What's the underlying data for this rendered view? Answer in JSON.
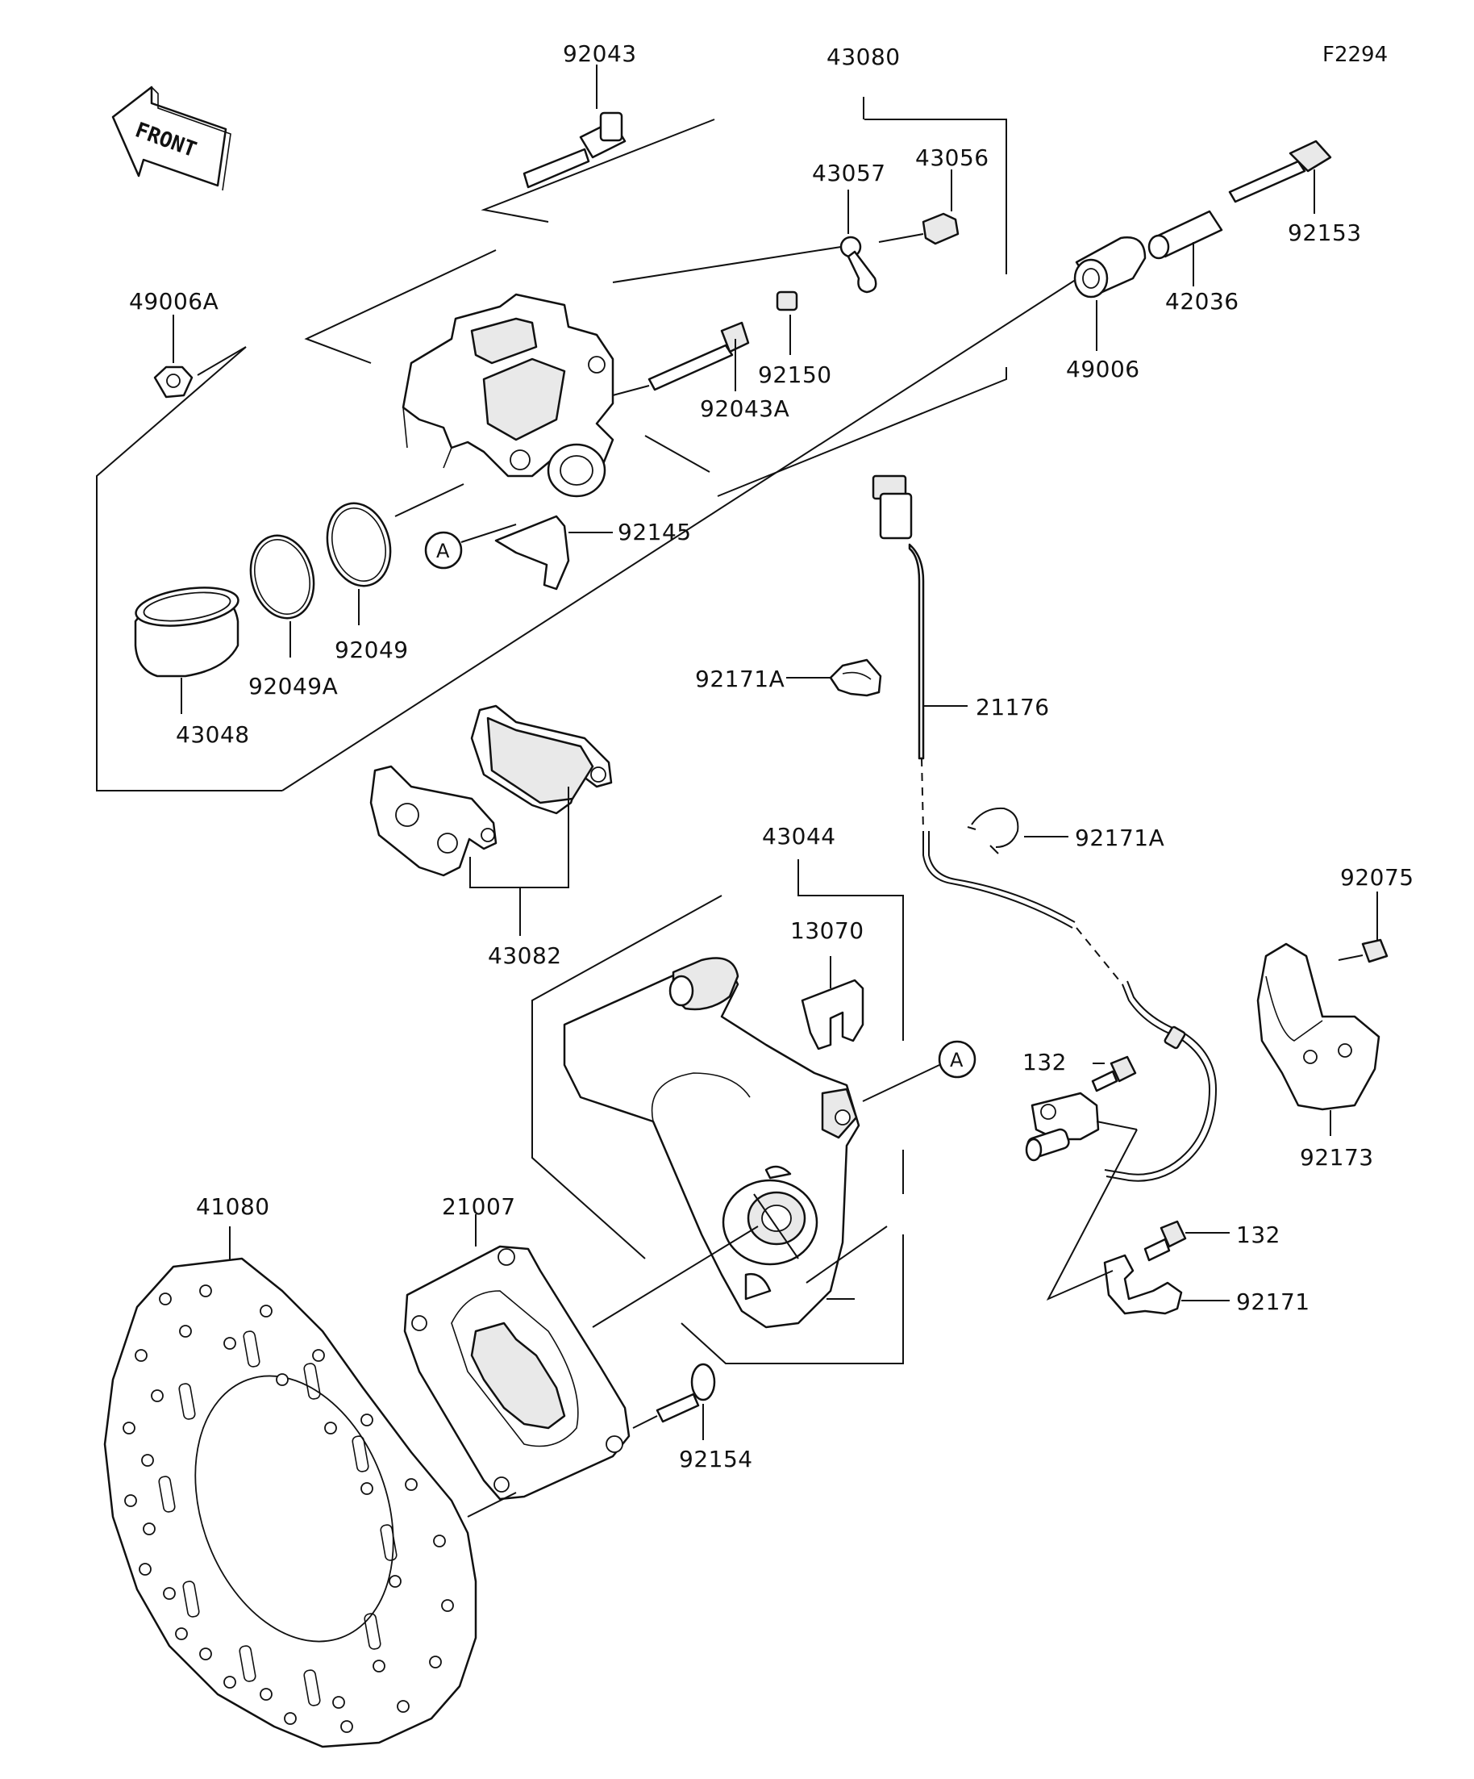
{
  "figure_code": "F2294",
  "front_label": "FRONT",
  "ref_marker": "A",
  "parts": {
    "p92043": "92043",
    "p43080": "43080",
    "p43057": "43057",
    "p43056": "43056",
    "p92153": "92153",
    "p42036": "42036",
    "p49006A": "49006A",
    "p49006": "49006",
    "p92150": "92150",
    "p92043A": "92043A",
    "p92145": "92145",
    "p92049": "92049",
    "p92049A": "92049A",
    "p43048": "43048",
    "p92171A_1": "92171A",
    "p21176": "21176",
    "p92171A_2": "92171A",
    "p43082": "43082",
    "p43044": "43044",
    "p13070": "13070",
    "p92075": "92075",
    "p132_1": "132",
    "p92173": "92173",
    "p132_2": "132",
    "p92171": "92171",
    "p41080": "41080",
    "p21007": "21007",
    "p92154": "92154"
  }
}
